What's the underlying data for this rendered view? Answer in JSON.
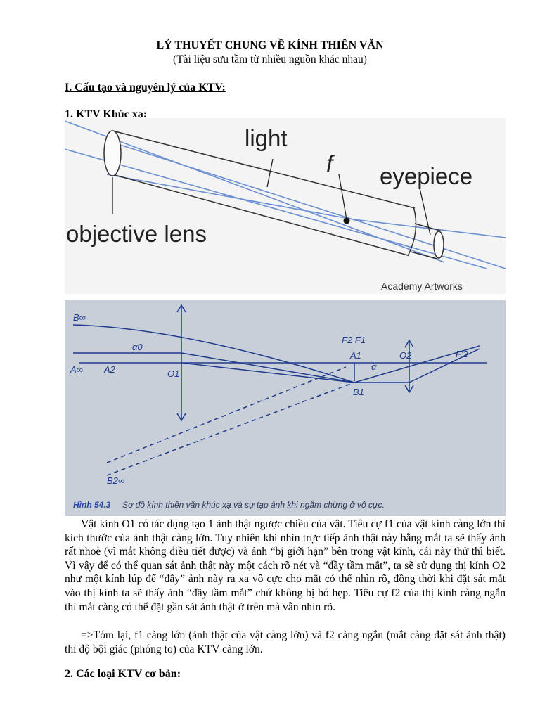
{
  "document": {
    "title": "LÝ THUYẾT CHUNG VỀ KÍNH THIÊN VĂN",
    "subtitle": "(Tài liệu sưu tầm từ nhiều nguồn khác nhau)",
    "section1_heading": "I. Cấu tạo và nguyên lý của KTV:",
    "subsection1_heading": "1. KTV Khúc xạ:",
    "paragraph1": "Vật kính O1 có tác dụng tạo 1 ảnh thật ngược chiều của vật. Tiêu cự f1 của vật kính càng lớn thì kích thước của ảnh thật càng lớn. Tuy nhiên khi nhìn trực tiếp ảnh thật này bằng mắt ta sẽ thấy ảnh rất nhoè (vì mắt không điều tiết được) và ảnh “bị giới hạn” bên trong vật kính, cái này thử thì biết. Vì vậy để có thể quan sát ảnh thật này một cách rõ nét và “đầy tầm mắt”, ta sẽ sử dụng thị kính O2 như một kính lúp để “đẩy” ảnh này ra xa vô cực cho mắt có thể nhìn rõ, đồng thời khi đặt sát mắt vào thị kính ta sẽ thấy ảnh “đầy tầm mắt” chứ không bị bó hẹp. Tiêu cự f2 của thị kính càng ngắn thì mắt càng có thể đặt gần sát ảnh thật ở trên mà vẫn nhìn rõ.",
    "paragraph2": "=>Tóm lại, f1 càng lớn (ảnh thật của vật càng lớn) và f2 càng ngắn (mắt càng đặt sát ảnh thật) thì độ bội giác (phóng to) của KTV càng lớn.",
    "subsection2_heading": "2. Các loại KTV cơ bản:"
  },
  "figure1": {
    "label_light": "light",
    "label_f": "f",
    "label_eyepiece": "eyepiece",
    "label_objective": "objective lens",
    "credit": "Academy Artworks"
  },
  "figure2": {
    "label_Binf": "B∞",
    "label_Ainf": "A∞",
    "label_A2": "A2",
    "label_alpha0": "α0",
    "label_O1": "O1",
    "label_F2F1": "F2 F1",
    "label_A1": "A1",
    "label_B1": "B1",
    "label_alpha": "α",
    "label_O2": "O2",
    "label_F2prime": "F'2",
    "label_B2inf": "B2∞",
    "caption_num": "Hình 54.3",
    "caption_text": "Sơ đồ kính thiên văn khúc xạ và sự tạo ảnh khi ngắm chừng ở vô cực."
  },
  "colors": {
    "photo_bg": "#c9cfd8",
    "ray_blue": "#1f3c8c",
    "caption_blue": "#2b4aa0",
    "tube_stroke": "#333333",
    "diagram_ray": "#6b8fd0"
  }
}
